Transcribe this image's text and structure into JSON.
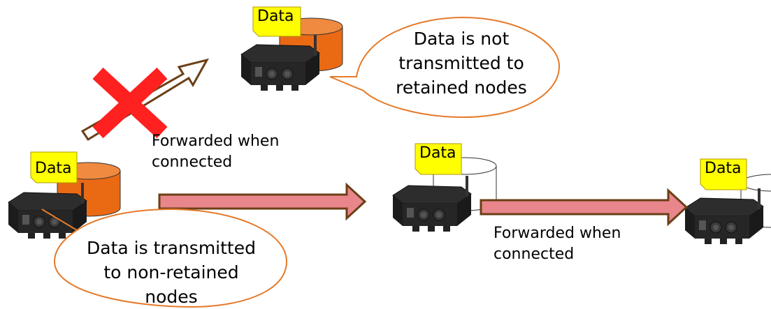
{
  "nodes": {
    "data_label": "Data"
  },
  "bubbles": {
    "top": {
      "line1": "Data is not",
      "line2": "transmitted to",
      "line3": "retained nodes"
    },
    "bottom": {
      "line1": "Data is transmitted",
      "line2": "to non-retained",
      "line3": "nodes"
    }
  },
  "arrows": {
    "upper_label_line1": "Forwarded when",
    "upper_label_line2": "connected",
    "lower_label_line1": "Forwarded when",
    "lower_label_line2": "connected"
  },
  "colors": {
    "storage_full": "#ea6a14",
    "storage_empty": "#ffffff",
    "arrow_fill": "#e8868c",
    "arrow_border": "#6b3f16",
    "cross": "#ff2020",
    "bubble_border": "#e57a2a",
    "data_badge": "#ffff00"
  }
}
